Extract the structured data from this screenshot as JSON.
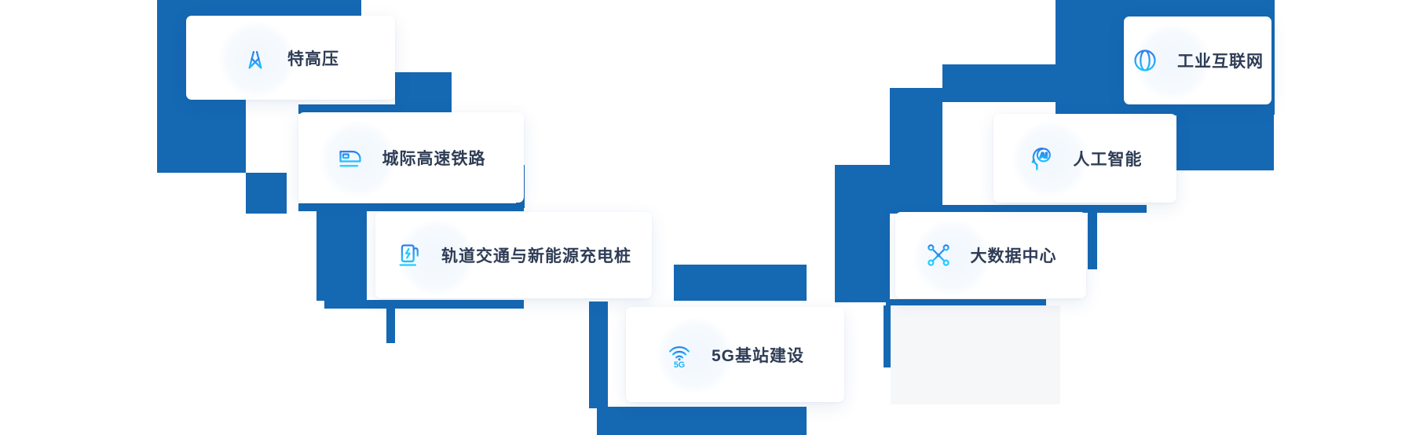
{
  "page": {
    "background": "#ffffff"
  },
  "colors": {
    "block_blue": "#1568b2",
    "gray_block": "#f6f7f9",
    "card_text": "#2e3c55",
    "icon_gradient_start": "#2f7fe9",
    "icon_gradient_end": "#1fc0fe"
  },
  "cards": [
    {
      "id": "uhv",
      "label": "特高压",
      "icon": "power-tower-icon"
    },
    {
      "id": "intercity-rail",
      "label": "城际高速铁路",
      "icon": "high-speed-train-icon"
    },
    {
      "id": "rail-ev-charging",
      "label": "轨道交通与新能源充电桩",
      "icon": "ev-charger-icon"
    },
    {
      "id": "5g-base-station",
      "label": "5G基站建设",
      "icon": "5g-signal-icon"
    },
    {
      "id": "big-data-center",
      "label": "大数据中心",
      "icon": "data-nodes-icon"
    },
    {
      "id": "artificial-intelligence",
      "label": "人工智能",
      "icon": "ai-head-icon"
    },
    {
      "id": "industrial-internet",
      "label": "工业互联网",
      "icon": "globe-icon"
    }
  ]
}
